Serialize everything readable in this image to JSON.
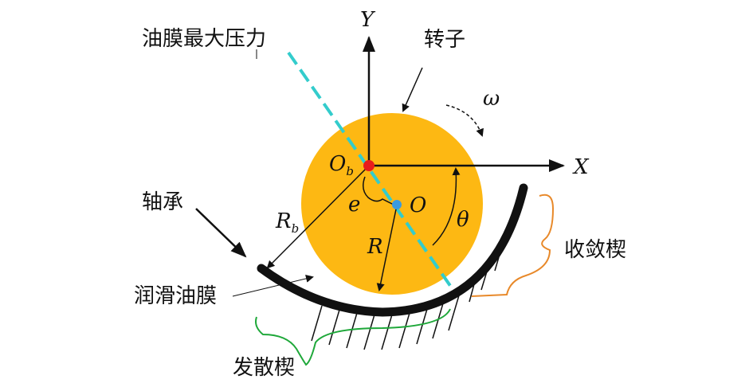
{
  "labels": {
    "y_axis": "Y",
    "x_axis": "X",
    "max_pressure": "油膜最大压力",
    "rotor": "转子",
    "omega": "ω",
    "ob_main": "O",
    "ob_sub": "b",
    "o_center": "O",
    "e": "e",
    "theta": "θ",
    "rb_main": "R",
    "rb_sub": "b",
    "r": "R",
    "bearing": "轴承",
    "lubricating_film": "润滑油膜",
    "converging_wedge": "收敛楔",
    "diverging_wedge": "发散楔"
  },
  "colors": {
    "rotor": "#FDB813",
    "pressure_line": "#33CCCC",
    "ob_point": "#E81C1C",
    "o_point": "#3A9AE0",
    "bearing": "#111111",
    "converging_brace": "#E8892A",
    "diverging_brace": "#1FA83A"
  }
}
